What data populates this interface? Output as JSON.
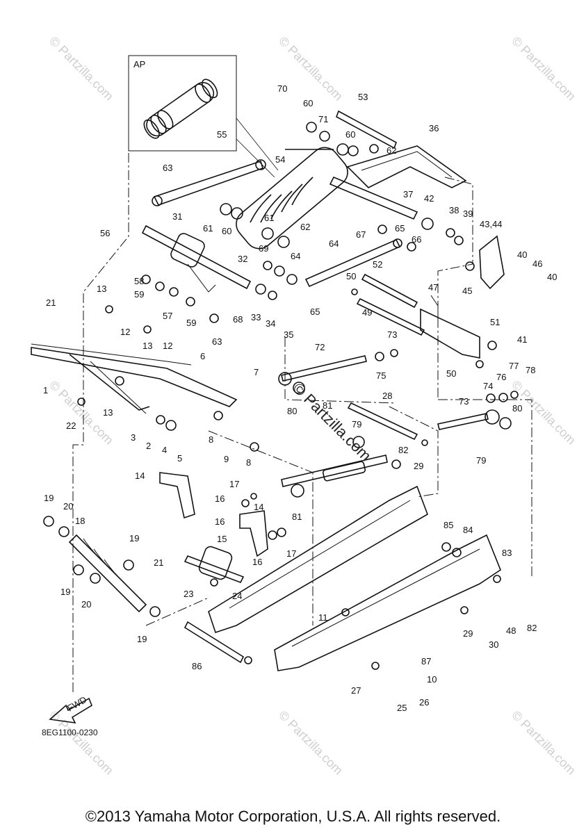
{
  "inset": {
    "label": "AP",
    "part": "55"
  },
  "drawing_code": "8EG1100-0230",
  "fwd_label": "FWD",
  "watermark_text": "© Partzilla.com",
  "brand_overlay": "© Partzilla.com",
  "copyright": "©2013 Yamaha Motor Corporation, U.S.A. All rights reserved.",
  "callouts": [
    "1",
    "2",
    "3",
    "4",
    "5",
    "6",
    "7",
    "8",
    "8",
    "9",
    "10",
    "11",
    "12",
    "12",
    "13",
    "13",
    "13",
    "14",
    "14",
    "15",
    "16",
    "16",
    "16",
    "17",
    "17",
    "18",
    "19",
    "19",
    "19",
    "19",
    "20",
    "20",
    "21",
    "21",
    "22",
    "23",
    "24",
    "25",
    "26",
    "27",
    "28",
    "29",
    "29",
    "30",
    "31",
    "32",
    "33",
    "34",
    "35",
    "36",
    "37",
    "38",
    "39",
    "40",
    "40",
    "41",
    "42",
    "43,44",
    "45",
    "46",
    "47",
    "48",
    "49",
    "50",
    "50",
    "51",
    "52",
    "53",
    "54",
    "56",
    "57",
    "58",
    "59",
    "59",
    "60",
    "60",
    "60",
    "61",
    "61",
    "62",
    "62",
    "63",
    "63",
    "64",
    "64",
    "65",
    "65",
    "66",
    "67",
    "68",
    "69",
    "70",
    "71",
    "72",
    "73",
    "73",
    "74",
    "75",
    "76",
    "77",
    "78",
    "79",
    "79",
    "80",
    "80",
    "81",
    "81",
    "82",
    "82",
    "83",
    "84",
    "85",
    "86",
    "87"
  ]
}
